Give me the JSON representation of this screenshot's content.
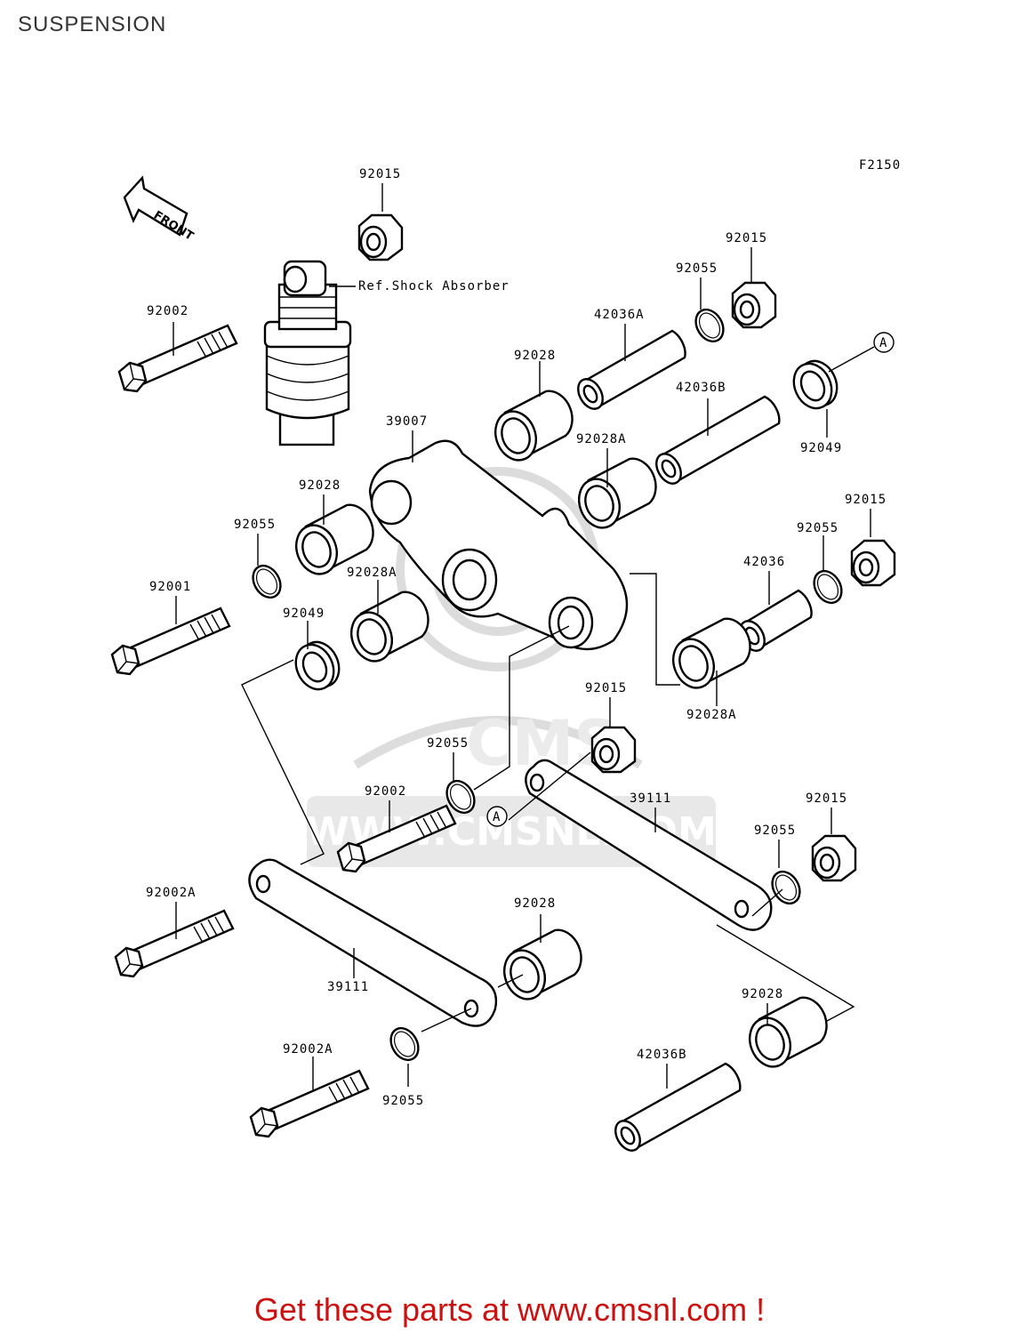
{
  "page": {
    "title": "SUSPENSION",
    "figure_code": "F2150",
    "advert": "Get these parts at www.cmsnl.com !",
    "watermark": "WWW.CMSNL.COM",
    "watermark_logo": "CMS",
    "accent_color": "#cc1111",
    "line_color": "#000000"
  },
  "front_arrow": {
    "label": "FRONT",
    "icon": "front-direction-arrow-icon"
  },
  "reference_marks": {
    "a_top": "A",
    "a_mid": "A"
  },
  "ref_note": "Ref.Shock Absorber",
  "parts": {
    "nut_top": "92015",
    "nut_upper_right": "92015",
    "nut_right_mid": "92015",
    "nut_center": "92015",
    "nut_lower_right": "92015",
    "bolt_top_left": "92002",
    "bolt_left": "92001",
    "bolt_center": "92002",
    "bolt_lower_left": "92002A",
    "bolt_bottom": "92002A",
    "oring_top_right": "92055",
    "oring_left": "92055",
    "oring_right_mid": "92055",
    "oring_center": "92055",
    "oring_lower_right": "92055",
    "oring_bottom": "92055",
    "sleeve_upper": "42036A",
    "sleeve_long": "42036B",
    "sleeve_right": "42036",
    "sleeve_bottom": "42036B",
    "bushing_upper": "92028",
    "bushing_left": "92028",
    "bushing_lower": "92028",
    "bushing_bottom_right": "92028",
    "bushing_a_upper": "92028A",
    "bushing_a_left": "92028A",
    "bushing_a_right": "92028A",
    "seal_right": "92049",
    "seal_left": "92049",
    "rocker_arm": "39007",
    "tie_rod_upper": "39111",
    "tie_rod_lower": "39111"
  }
}
